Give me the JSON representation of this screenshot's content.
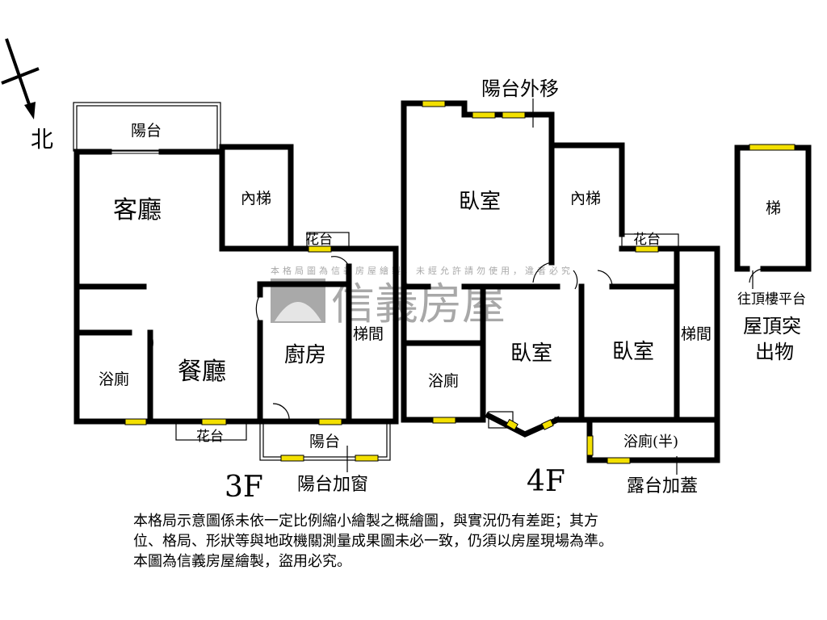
{
  "compass": {
    "north": "北"
  },
  "watermark": {
    "brand": "信義房屋",
    "subtext": "本格局圖為信義房屋繪製，未經允許請勿使用，違者必究"
  },
  "floor3": {
    "label": "3F",
    "rooms": {
      "balcony_top": "陽台",
      "living": "客廳",
      "inner_stair": "內梯",
      "flower_box_top": "花台",
      "dining": "餐廳",
      "bathroom": "浴廁",
      "kitchen": "廚房",
      "stairwell": "梯間",
      "flower_box_bottom": "花台",
      "balcony_bottom": "陽台"
    },
    "annotation": "陽台加窗"
  },
  "floor4": {
    "label": "4F",
    "annotation_top": "陽台外移",
    "rooms": {
      "bedroom_main": "臥室",
      "inner_stair": "內梯",
      "flower_box": "花台",
      "bathroom": "浴廁",
      "bedroom_middle": "臥室",
      "bedroom_right": "臥室",
      "stairwell": "梯間",
      "bathroom_half": "浴廁(半)"
    },
    "annotation_bottom": "露台加蓋"
  },
  "roof": {
    "stair": "梯",
    "to_roof": "往頂樓平台",
    "title_line1": "屋頂突",
    "title_line2": "出物"
  },
  "disclaimer": [
    "本格局示意圖係未依一定比例縮小繪製之概繪圖，與實況仍有差距；其方",
    "位、格局、形狀等與地政機關測量成果圖未必一致，仍須以房屋現場為準。",
    "本圖為信義房屋繪製，盜用必究。"
  ]
}
